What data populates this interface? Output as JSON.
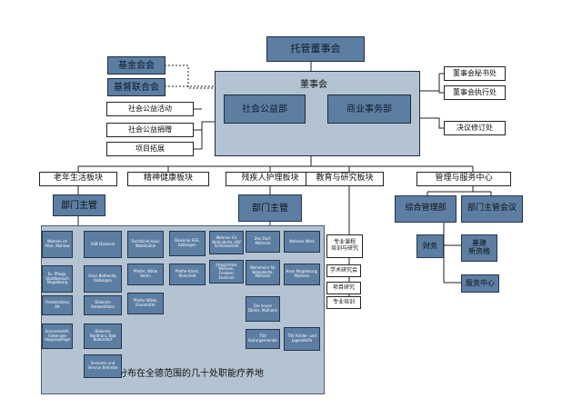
{
  "colors": {
    "dark_box": "#5c7ea3",
    "region_fill": "#b3c3d2",
    "line": "#222222"
  },
  "trustees": "托管董事会",
  "foundation_council": "基金会会",
  "foundation_union": "基督联合会",
  "board": {
    "title": "董事会",
    "social_department": "社会公益部",
    "business_department": "商业事务部"
  },
  "board_right": {
    "secretariat": "董事会秘书处",
    "executive": "董事会执行处",
    "resolution": "决议修订处"
  },
  "social_items": [
    "社会公益活动",
    "社会公益捐赠",
    "项目拓展"
  ],
  "segments": {
    "elderly": "老年生活板块",
    "mental": "精神健康板块",
    "disability": "残疾人护理板块",
    "education": "教育与研究板块",
    "management": "管理与服务中心"
  },
  "dept_head_1": "部门主管",
  "dept_head_2": "部门主管",
  "management_boxes": {
    "general_management": "综合管理部",
    "dept_heads_meeting": "部门主管会议",
    "finance": "财务",
    "build": "基建",
    "new_asset": "新资格",
    "service_center": "服务中心"
  },
  "education_items": [
    "专业课程",
    "培训与研究",
    "学术研究会",
    "项目研究",
    "专业培训"
  ],
  "region_caption": "分布在全德范围的几十处职能疗养地",
  "elderly_left": [
    "Wohnen im Alter, Mahlow",
    "Ev. Pflege, Stadtbereich Magdeburg",
    "Friedenshaus Alt",
    "Seniorenstift, Falkensee Hoppenpflege",
    ""
  ],
  "elderly_right": [
    "ASB Diakonie",
    "Haus Bethesda, Kalbingen",
    "Diakonie Ostwestfalen",
    "Diakonie Nordharz, Bad Bodendorf",
    "Senioren und Service Betriebe"
  ],
  "mental_left": [
    "Fachklinik Haus Waldmühle",
    "Pfeifer, Wilde Berlin",
    "Pfeifer Wilde, Eisenhütte"
  ],
  "mental_right": [
    "Diakonie SGE, Kalbingen",
    "Pfeifer-Klinik, Rheinfeld"
  ],
  "disability_col1": [
    "Wohnen für Behinderte, Hilf Schöneweide",
    "Integriertes Wohnen, Friedens Zentrum"
  ],
  "disability_col2": [
    "Das Dorf, Mülheim",
    "Wohnheim für Behinderte, Mülheim",
    "Die neuen Dörfer, Mülheim",
    "TSV Kulturgemeinde"
  ],
  "disability_col3": [
    "Wohnen Werk",
    "Haus Magdeburg, Mülheim",
    "TSV Kinder- und Jugendhilfe"
  ]
}
